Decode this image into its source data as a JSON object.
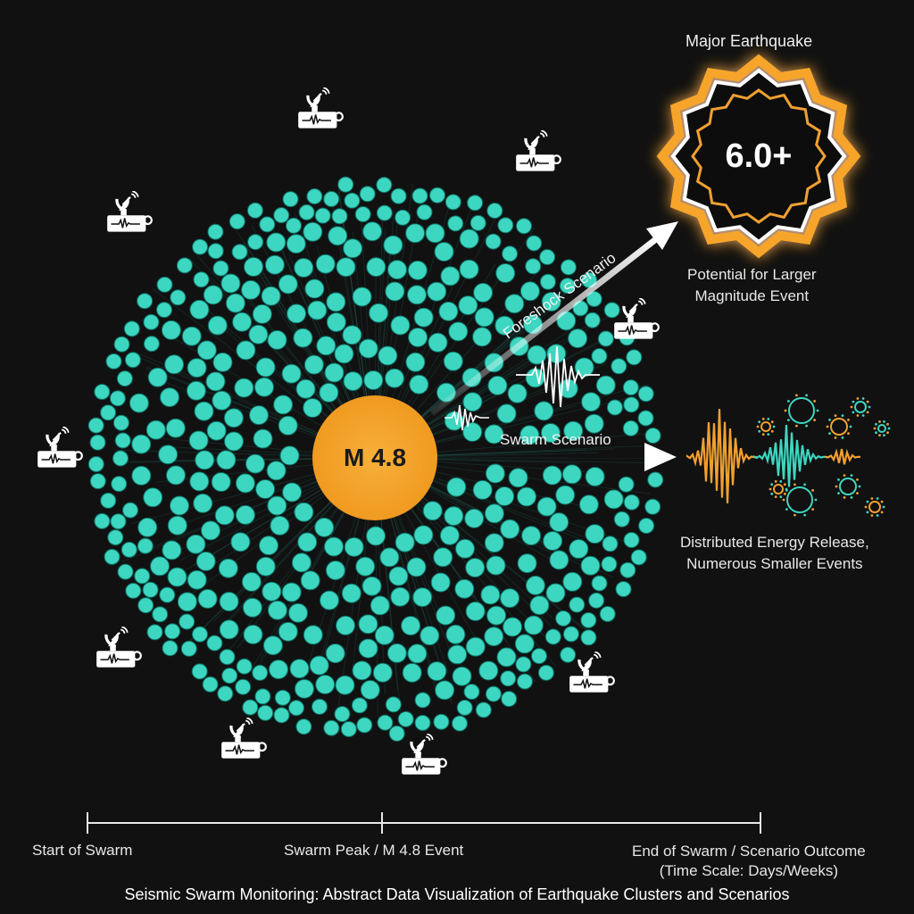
{
  "colors": {
    "background": "#111111",
    "dot": "#3dd6c0",
    "center": "#f5a52a",
    "accent_orange": "#f0a030",
    "wave_orange": "#f0a030",
    "wave_teal": "#3dd6c0",
    "text": "#ffffff"
  },
  "center_event": {
    "label": "M 4.8"
  },
  "major": {
    "heading": "Major Earthquake",
    "magnitude": "6.0+",
    "description_line1": "Potential for Larger",
    "description_line2": "Magnitude Event"
  },
  "foreshock": {
    "label": "Foreshock Scenario"
  },
  "swarm": {
    "label": "Swarm Scenario",
    "description_line1": "Distributed Energy Release,",
    "description_line2": "Numerous Smaller Events"
  },
  "timeline": {
    "start": "Start of Swarm",
    "peak": "Swarm Peak / M 4.8 Event",
    "end_line1": "End of Swarm / Scenario Outcome",
    "end_line2": "(Time Scale: Days/Weeks)"
  },
  "title": "Seismic Swarm Monitoring: Abstract Data Visualization of Earthquake Clusters and Scenarios",
  "icons": [
    "seismograph-station-icon"
  ]
}
